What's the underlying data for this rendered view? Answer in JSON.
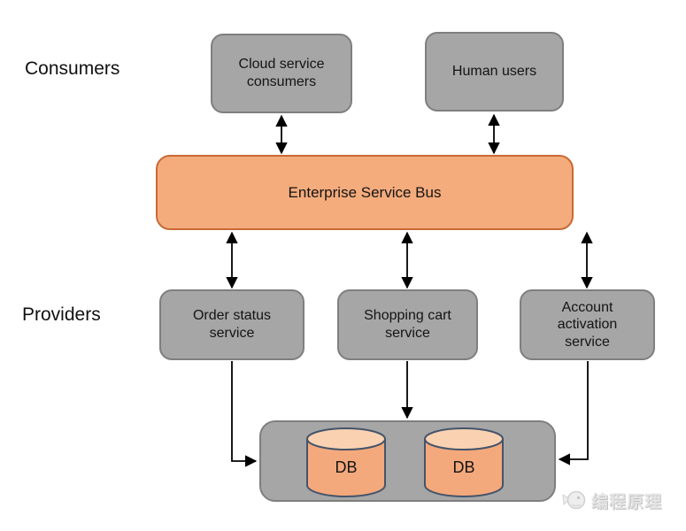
{
  "diagram": {
    "title_context": "Enterprise Service Bus architecture diagram",
    "labels": {
      "consumers": "Consumers",
      "providers": "Providers"
    },
    "nodes": {
      "cloud_consumers": {
        "label": "Cloud service consumers"
      },
      "human_users": {
        "label": "Human users"
      },
      "esb": {
        "label": "Enterprise Service Bus"
      },
      "order_status": {
        "label": "Order status service"
      },
      "shopping_cart": {
        "label": "Shopping cart service"
      },
      "account_activation": {
        "label": "Account activation service"
      },
      "db_group": {
        "label": ""
      },
      "db1": {
        "label": "DB"
      },
      "db2": {
        "label": "DB"
      }
    },
    "edges": [
      {
        "from": "cloud-service-consumers",
        "to": "enterprise-service-bus",
        "type": "bidirectional"
      },
      {
        "from": "human-users",
        "to": "enterprise-service-bus",
        "type": "bidirectional"
      },
      {
        "from": "enterprise-service-bus",
        "to": "order-status-service",
        "type": "bidirectional"
      },
      {
        "from": "enterprise-service-bus",
        "to": "shopping-cart-service",
        "type": "bidirectional"
      },
      {
        "from": "enterprise-service-bus",
        "to": "account-activation-service",
        "type": "bidirectional"
      },
      {
        "from": "order-status-service",
        "to": "db-group",
        "type": "directed"
      },
      {
        "from": "shopping-cart-service",
        "to": "db-group",
        "type": "directed"
      },
      {
        "from": "account-activation-service",
        "to": "db-group",
        "type": "directed"
      }
    ],
    "colors": {
      "box_gray_fill": "#A6A6A6",
      "box_gray_border": "#7F7F7F",
      "esb_orange_fill": "#F4AC7D",
      "esb_orange_border": "#C96A34",
      "cylinder_body_fill": "#F4A97C",
      "cylinder_top_fill": "#FAD2B2",
      "cylinder_border": "#44546A",
      "arrow_color": "#000000",
      "background": "#FFFFFF",
      "watermark_gray": "#E4E4E4"
    },
    "watermark": {
      "text": "编程原理",
      "logo": "whale-logo-icon"
    }
  }
}
